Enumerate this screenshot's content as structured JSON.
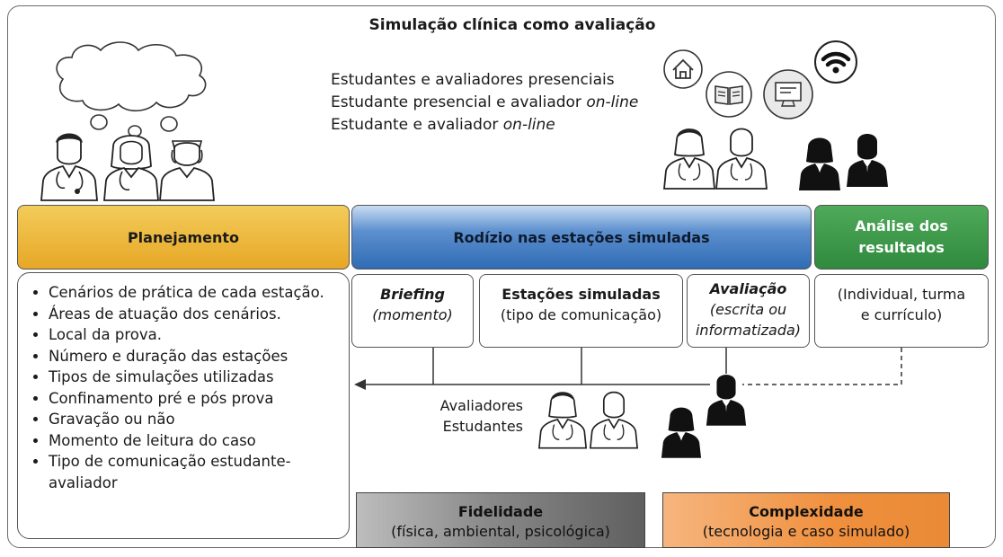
{
  "title": "Simulação clínica como avaliação",
  "modes": [
    {
      "text": "Estudantes e avaliadores presenciais",
      "em": ""
    },
    {
      "text": "Estudante presencial e avaliador ",
      "em": "on-line"
    },
    {
      "text": "Estudante e avaliador ",
      "em": "on-line"
    }
  ],
  "headers": {
    "planejamento": "Planejamento",
    "rodizio": "Rodízio nas estações simuladas",
    "analise_line1": "Análise dos",
    "analise_line2": "resultados"
  },
  "planejamento_items": [
    "Cenários de prática de cada estação.",
    "Áreas de atuação dos cenários.",
    "Local da prova.",
    "Número e duração das estações",
    "Tipos de simulações utilizadas",
    "Confinamento pré e pós prova",
    "Gravação ou não",
    "Momento de leitura do caso",
    "Tipo de comunicação estudante-avaliador"
  ],
  "stations": {
    "briefing_title": "Briefing",
    "briefing_sub": "(momento)",
    "estacoes_title": "Estações simuladas",
    "estacoes_sub": "(tipo de comunicação)",
    "avaliacao_title": "Avaliação",
    "avaliacao_sub1": "(escrita ou",
    "avaliacao_sub2": "informatizada)",
    "resultados_line1": "(Individual, turma",
    "resultados_line2": "e currículo)"
  },
  "flow_labels": {
    "avaliadores": "Avaliadores",
    "estudantes": "Estudantes"
  },
  "bottom": {
    "fidelidade_title": "Fidelidade",
    "fidelidade_sub": "(física, ambiental, psicológica)",
    "complexidade_title": "Complexidade",
    "complexidade_sub": "(tecnologia e caso simulado)"
  },
  "icons": [
    "thought-cloud-icon",
    "doctor-icon",
    "nurse-icon",
    "home-icon",
    "book-icon",
    "computer-icon",
    "wifi-icon",
    "evaluator-icon",
    "student-icon"
  ],
  "colors": {
    "planejamento": "#e9ac2c",
    "rodizio": "#2f6bb4",
    "analise": "#2f8a3e",
    "fidelidade": "#6b6b6b",
    "complexidade": "#ee8f3c"
  }
}
